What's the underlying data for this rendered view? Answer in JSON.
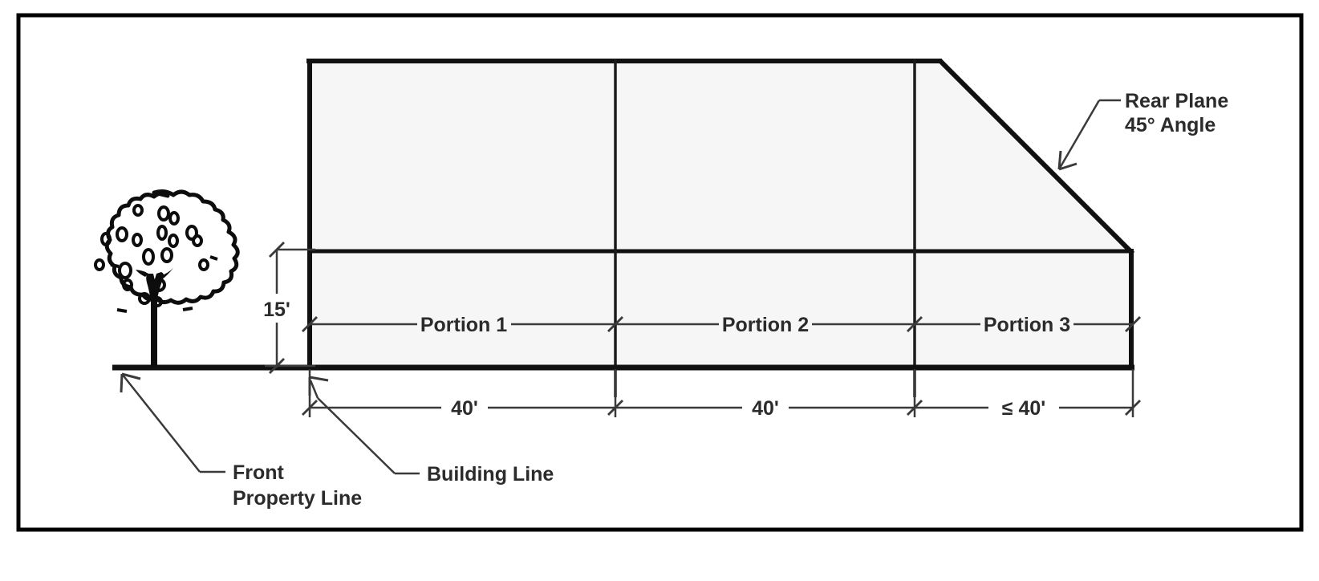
{
  "figure": {
    "title_present": false,
    "frame": {
      "stroke": "#000000",
      "fill": "#ffffff"
    },
    "building": {
      "fill": "#f6f6f6",
      "stroke": "#111111"
    }
  },
  "labels": {
    "height_dimension": "15'",
    "portion_1": "Portion 1",
    "portion_2": "Portion 2",
    "portion_3": "Portion 3",
    "width_1": "40'",
    "width_2": "40'",
    "width_3": "≤ 40'",
    "rear_plane_line1": "Rear Plane",
    "rear_plane_line2": "45° Angle",
    "front_property_line1": "Front",
    "front_property_line2": "Property Line",
    "building_line": "Building Line"
  },
  "icons": {
    "tree": "tree-icon",
    "arrowhead": "arrow-icon"
  },
  "colors": {
    "ink": "#111111",
    "text": "#2b2b2b",
    "thin_line": "#3a3a3a",
    "building_fill": "#f6f6f6",
    "frame": "#000000"
  },
  "chart_data": {
    "type": "diagram",
    "description": "Zoning envelope section showing building line, 15 foot height datum, three 40 foot portions and a 45 degree rear plane.",
    "portions": [
      {
        "name": "Portion 1",
        "width_label": "40'"
      },
      {
        "name": "Portion 2",
        "width_label": "40'"
      },
      {
        "name": "Portion 3",
        "width_label": "≤ 40'"
      }
    ],
    "vertical_dimension": {
      "label": "15'",
      "measures": "base of building to lower datum line"
    },
    "annotations": [
      "Rear Plane 45° Angle",
      "Front Property Line",
      "Building Line"
    ]
  }
}
